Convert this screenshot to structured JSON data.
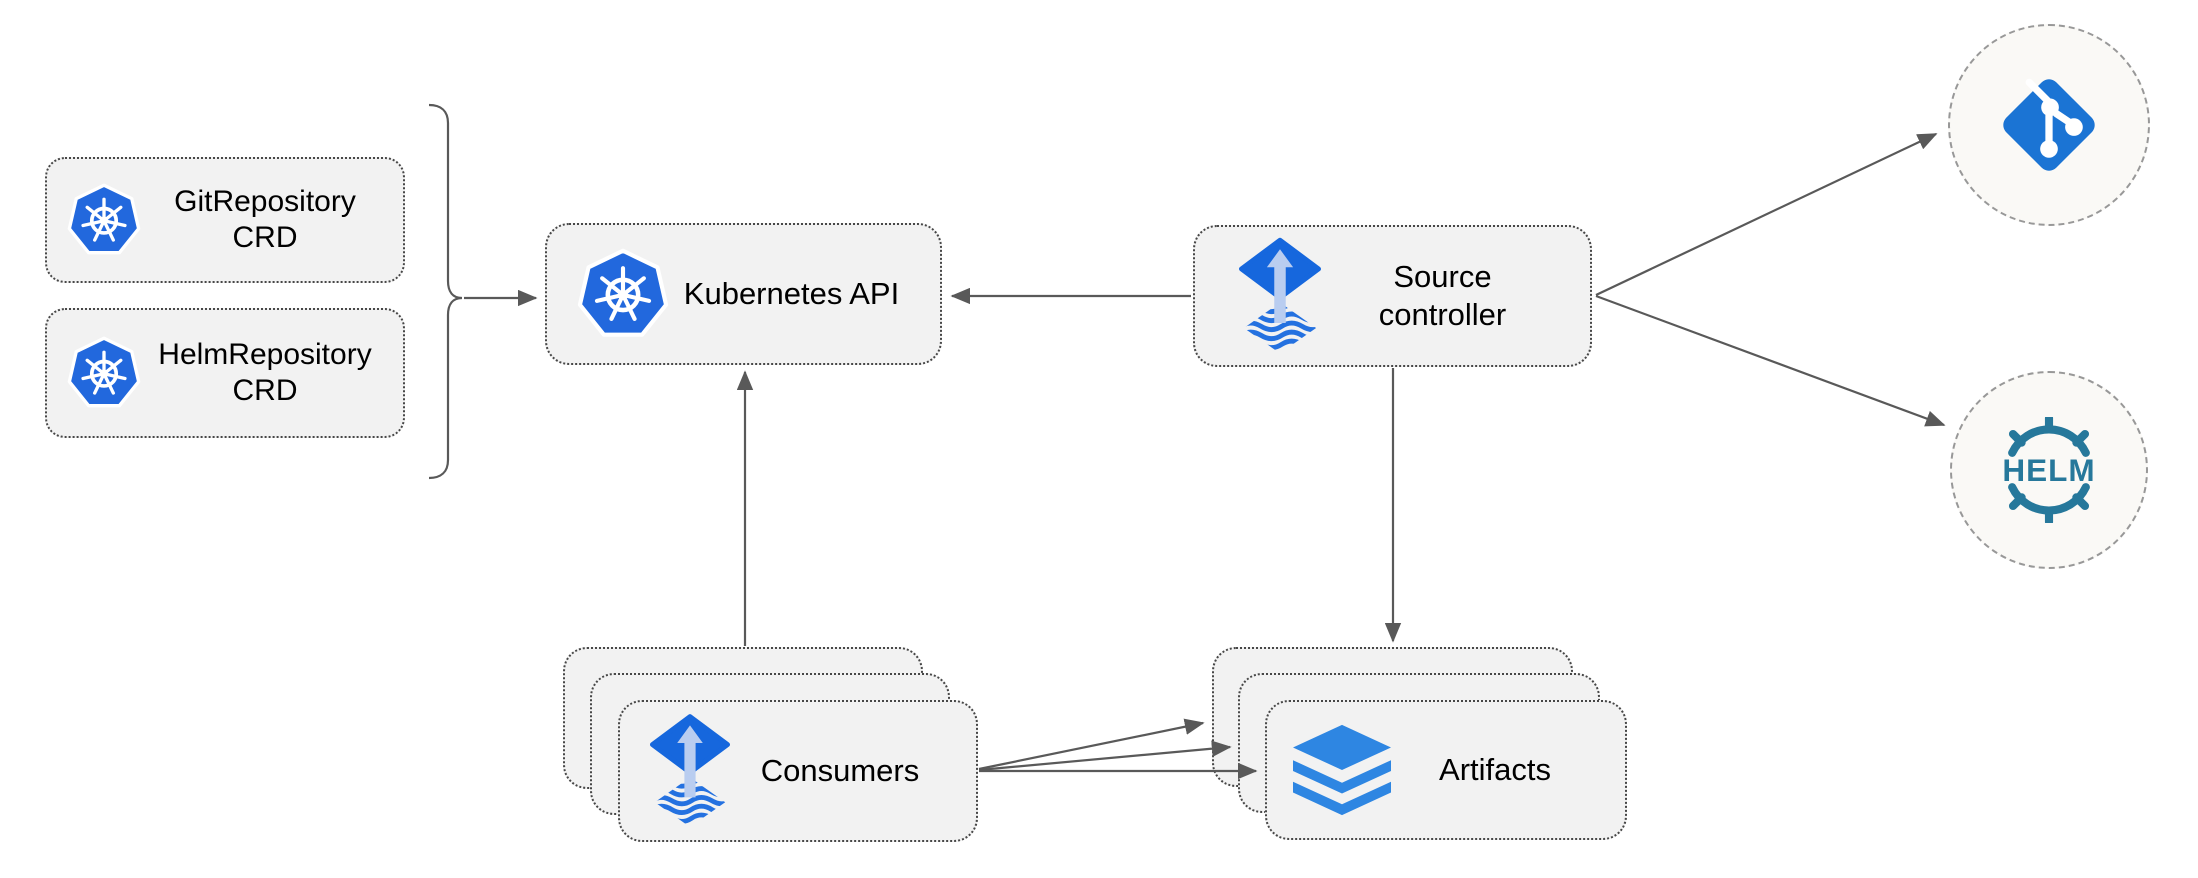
{
  "nodes": {
    "gitRepoCrd": {
      "line1": "GitRepository",
      "line2": "CRD"
    },
    "helmRepoCrd": {
      "line1": "HelmRepository",
      "line2": "CRD"
    },
    "kubernetesApi": {
      "label": "Kubernetes API"
    },
    "sourceController": {
      "line1": "Source",
      "line2": "controller"
    },
    "consumers": {
      "label": "Consumers"
    },
    "artifacts": {
      "label": "Artifacts"
    },
    "helmLogoText": "HELM"
  },
  "icons": {
    "kubernetes": "kubernetes-icon",
    "flux": "flux-icon",
    "layers": "layers-icon",
    "git": "git-icon",
    "helm": "helm-icon"
  },
  "colors": {
    "kubernetes_blue": "#2268dd",
    "flux_blue": "#1667dd",
    "flux_arrow_light": "#b9cdf0",
    "flux_wave_blue": "#2471e0",
    "layers_blue": "#2e86e2",
    "git_blue": "#1b74d4",
    "helm_teal": "#26789b",
    "connector_gray": "#595959",
    "node_fill": "#f2f2f2",
    "node_border": "#474747",
    "circle_fill": "#faf9f6",
    "circle_border": "#989898",
    "text_color": "#000000"
  }
}
